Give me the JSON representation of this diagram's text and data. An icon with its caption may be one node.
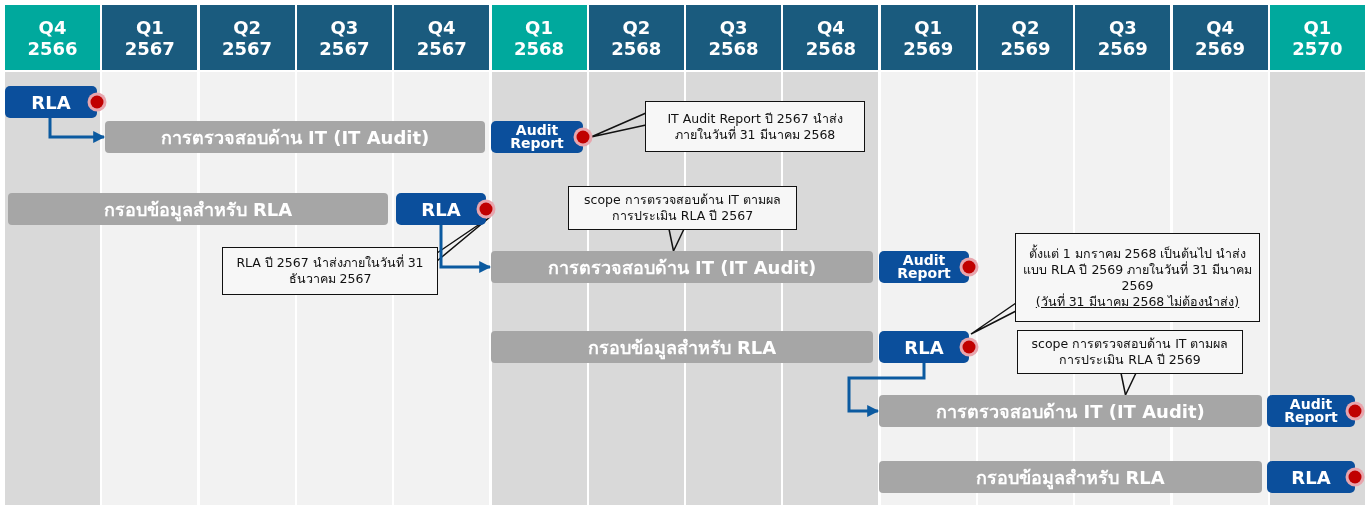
{
  "diagram": {
    "nodes": [
      {
        "text": [
          "Q4",
          "2566"
        ]
      },
      {
        "text": [
          "Q1",
          "2567"
        ]
      },
      {
        "text": [
          "Q2",
          "2567"
        ]
      },
      {
        "text": [
          "Q3",
          "2567"
        ]
      },
      {
        "text": [
          "Q4",
          "2567"
        ]
      },
      {
        "text": [
          "Q1",
          "2568"
        ]
      },
      {
        "text": [
          "Q2",
          "2568"
        ]
      },
      {
        "text": [
          "Q3",
          "2568"
        ]
      },
      {
        "text": [
          "Q4",
          "2568"
        ]
      },
      {
        "text": [
          "Q1",
          "2569"
        ]
      },
      {
        "text": [
          "Q2",
          "2569"
        ]
      },
      {
        "text": [
          "Q3",
          "2569"
        ]
      },
      {
        "text": [
          "Q4",
          "2569"
        ]
      },
      {
        "text": [
          "Q1",
          "2570"
        ]
      },
      {
        "text": [
          "RLA"
        ]
      },
      {
        "text": [
          "การตรวจสอบด้าน IT (IT Audit)"
        ]
      },
      {
        "text": [
          "Audit Report"
        ]
      },
      {
        "text": [
          "IT Audit Report ปี 2567 นำส่ง ภายในวันที่ 31 มีนาคม 2568"
        ]
      },
      {
        "text": [
          "กรอบข้อมูลสำหรับ RLA"
        ]
      },
      {
        "text": [
          "RLA"
        ]
      },
      {
        "text": [
          "scope การตรวจสอบด้าน IT ตามผลการประเมิน RLA ปี 2567"
        ]
      },
      {
        "text": [
          "RLA ปี 2567 นำส่งภายในวันที่ 31 ธันวาคม 2567"
        ]
      },
      {
        "text": [
          "การตรวจสอบด้าน IT (IT Audit)"
        ]
      },
      {
        "text": [
          "Audit Report"
        ]
      },
      {
        "text": [
          "ตั้งแต่ 1 มกราคม 2568 เป็นต้นไป นำส่งแบบ RLA ปี 2569 ภายในวันที่ 31 มีนาคม 2569",
          "(วันที่ 31 มีนาคม 2568 ไม่ต้องนำส่ง)"
        ]
      },
      {
        "text": [
          "กรอบข้อมูลสำหรับ RLA"
        ]
      },
      {
        "text": [
          "RLA"
        ]
      },
      {
        "text": [
          "scope การตรวจสอบด้าน IT ตามผลการประเมิน RLA ปี 2569"
        ]
      },
      {
        "text": [
          "การตรวจสอบด้าน IT (IT Audit)"
        ]
      },
      {
        "text": [
          "Audit Report"
        ]
      },
      {
        "text": [
          "กรอบข้อมูลสำหรับ RLA"
        ]
      },
      {
        "text": [
          "RLA"
        ]
      }
    ],
    "edges": [
      {
        "from": 14,
        "to": 15,
        "arrow": "to",
        "color": "#0b5aa0"
      },
      {
        "from": 17,
        "to": 16,
        "arrow": "none"
      },
      {
        "from": 20,
        "to": 22,
        "arrow": "none"
      },
      {
        "from": 21,
        "to": 19,
        "arrow": "none"
      },
      {
        "from": 19,
        "to": 22,
        "arrow": "to",
        "color": "#0b5aa0"
      },
      {
        "from": 24,
        "to": 26,
        "arrow": "none"
      },
      {
        "from": 27,
        "to": 28,
        "arrow": "none"
      },
      {
        "from": 26,
        "to": 28,
        "arrow": "to",
        "color": "#0b5aa0"
      }
    ]
  }
}
